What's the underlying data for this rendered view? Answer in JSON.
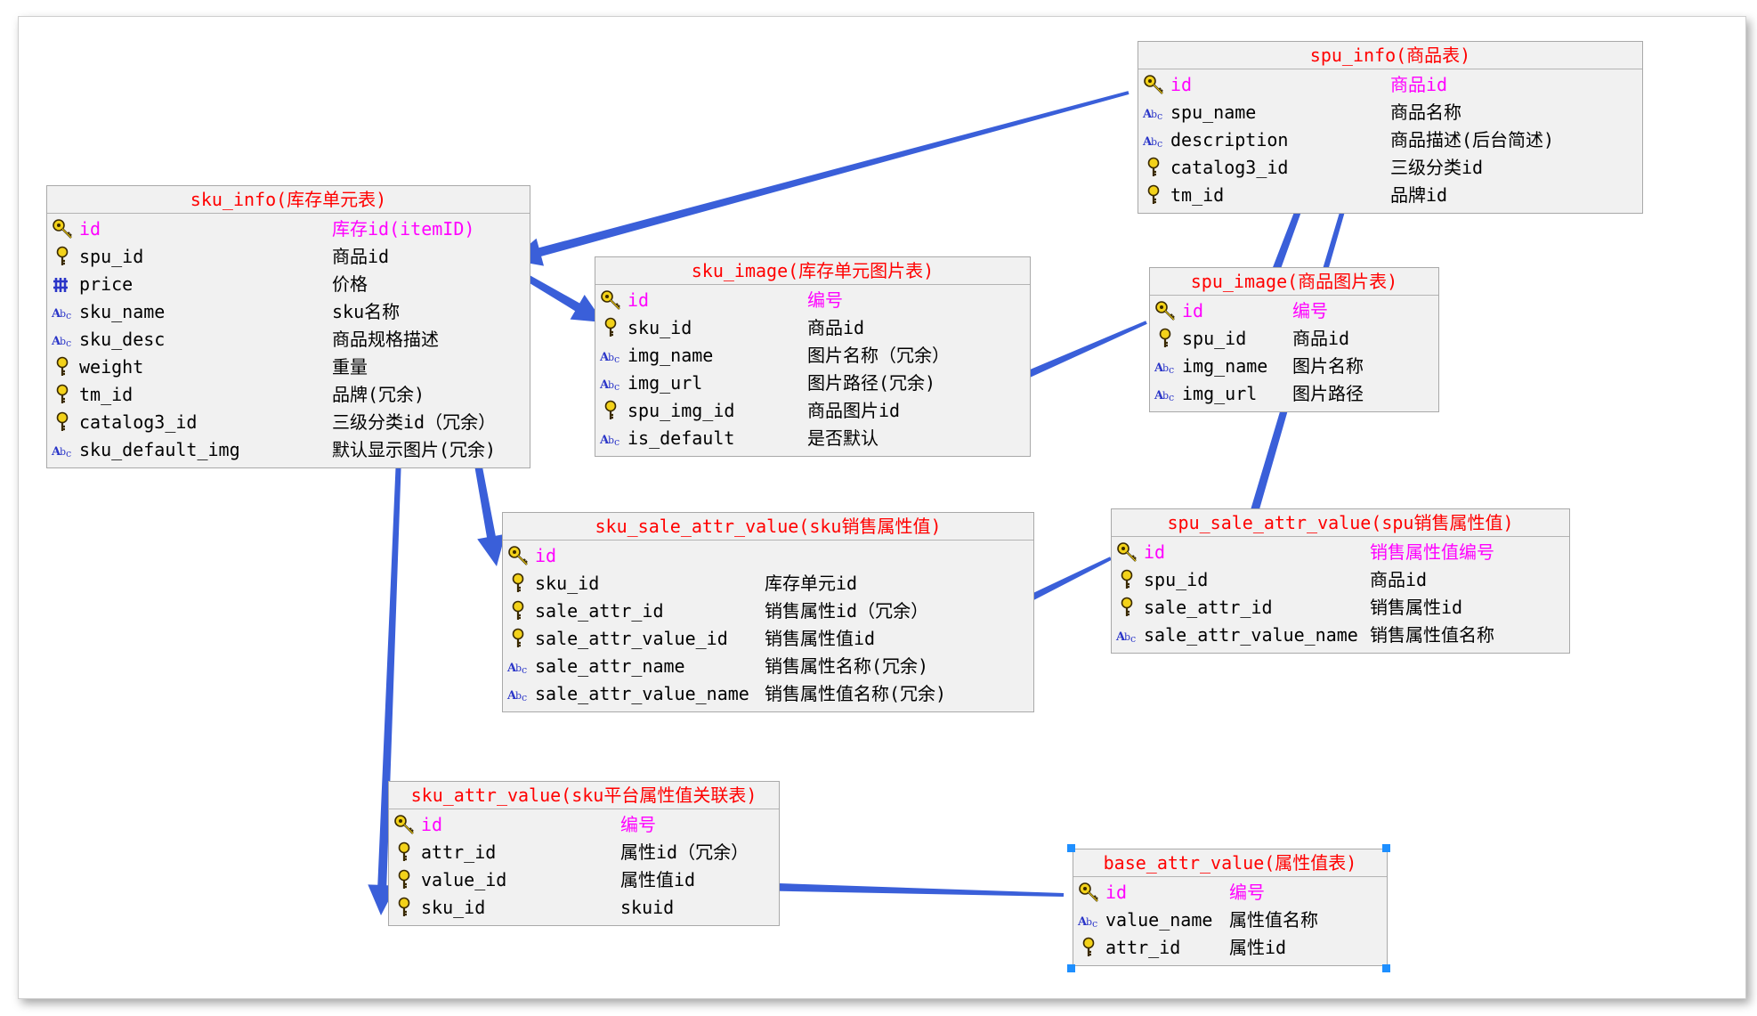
{
  "tables": {
    "sku_info": {
      "title": "sku_info(库存单元表)",
      "rows": [
        {
          "name": "id",
          "comment": "库存id(itemID)",
          "icon": "primary-key-icon",
          "pk": true
        },
        {
          "name": "spu_id",
          "comment": "商品id",
          "icon": "key-icon"
        },
        {
          "name": "price",
          "comment": "价格",
          "icon": "numeric-icon"
        },
        {
          "name": "sku_name",
          "comment": "sku名称",
          "icon": "string-icon"
        },
        {
          "name": "sku_desc",
          "comment": "商品规格描述",
          "icon": "string-icon"
        },
        {
          "name": "weight",
          "comment": "重量",
          "icon": "key-icon"
        },
        {
          "name": "tm_id",
          "comment": "品牌(冗余)",
          "icon": "key-icon"
        },
        {
          "name": "catalog3_id",
          "comment": "三级分类id（冗余）",
          "icon": "key-icon"
        },
        {
          "name": "sku_default_img",
          "comment": "默认显示图片(冗余)",
          "icon": "string-icon"
        }
      ]
    },
    "spu_info": {
      "title": "spu_info(商品表)",
      "rows": [
        {
          "name": "id",
          "comment": "商品id",
          "icon": "primary-key-icon",
          "pk": true
        },
        {
          "name": "spu_name",
          "comment": "商品名称",
          "icon": "string-icon"
        },
        {
          "name": "description",
          "comment": "商品描述(后台简述)",
          "icon": "string-icon"
        },
        {
          "name": "catalog3_id",
          "comment": "三级分类id",
          "icon": "key-icon"
        },
        {
          "name": "tm_id",
          "comment": "品牌id",
          "icon": "key-icon"
        }
      ]
    },
    "sku_image": {
      "title": "sku_image(库存单元图片表)",
      "rows": [
        {
          "name": "id",
          "comment": "编号",
          "icon": "primary-key-icon",
          "pk": true
        },
        {
          "name": "sku_id",
          "comment": "商品id",
          "icon": "key-icon"
        },
        {
          "name": "img_name",
          "comment": "图片名称（冗余）",
          "icon": "string-icon"
        },
        {
          "name": "img_url",
          "comment": "图片路径(冗余)",
          "icon": "string-icon"
        },
        {
          "name": "spu_img_id",
          "comment": "商品图片id",
          "icon": "key-icon"
        },
        {
          "name": "is_default",
          "comment": "是否默认",
          "icon": "string-icon"
        }
      ]
    },
    "spu_image": {
      "title": "spu_image(商品图片表)",
      "rows": [
        {
          "name": "id",
          "comment": "编号",
          "icon": "primary-key-icon",
          "pk": true
        },
        {
          "name": "spu_id",
          "comment": "商品id",
          "icon": "key-icon"
        },
        {
          "name": "img_name",
          "comment": "图片名称",
          "icon": "string-icon"
        },
        {
          "name": "img_url",
          "comment": "图片路径",
          "icon": "string-icon"
        }
      ]
    },
    "sku_sale_attr_value": {
      "title": "sku_sale_attr_value(sku销售属性值)",
      "rows": [
        {
          "name": "id",
          "comment": "",
          "icon": "primary-key-icon",
          "pk": true
        },
        {
          "name": "sku_id",
          "comment": "库存单元id",
          "icon": "key-icon"
        },
        {
          "name": "sale_attr_id",
          "comment": "销售属性id（冗余）",
          "icon": "key-icon"
        },
        {
          "name": "sale_attr_value_id",
          "comment": "销售属性值id",
          "icon": "key-icon"
        },
        {
          "name": "sale_attr_name",
          "comment": "销售属性名称(冗余)",
          "icon": "string-icon"
        },
        {
          "name": "sale_attr_value_name",
          "comment": "销售属性值名称(冗余)",
          "icon": "string-icon"
        }
      ]
    },
    "spu_sale_attr_value": {
      "title": "spu_sale_attr_value(spu销售属性值)",
      "rows": [
        {
          "name": "id",
          "comment": "销售属性值编号",
          "icon": "primary-key-icon",
          "pk": true
        },
        {
          "name": "spu_id",
          "comment": "商品id",
          "icon": "key-icon"
        },
        {
          "name": "sale_attr_id",
          "comment": "销售属性id",
          "icon": "key-icon"
        },
        {
          "name": "sale_attr_value_name",
          "comment": "销售属性值名称",
          "icon": "string-icon"
        }
      ]
    },
    "sku_attr_value": {
      "title": "sku_attr_value(sku平台属性值关联表)",
      "rows": [
        {
          "name": "id",
          "comment": "编号",
          "icon": "primary-key-icon",
          "pk": true
        },
        {
          "name": "attr_id",
          "comment": "属性id（冗余）",
          "icon": "key-icon"
        },
        {
          "name": "value_id",
          "comment": "属性值id",
          "icon": "key-icon"
        },
        {
          "name": "sku_id",
          "comment": "skuid",
          "icon": "key-icon"
        }
      ]
    },
    "base_attr_value": {
      "title": "base_attr_value(属性值表)",
      "rows": [
        {
          "name": "id",
          "comment": "编号",
          "icon": "primary-key-icon",
          "pk": true
        },
        {
          "name": "value_name",
          "comment": "属性值名称",
          "icon": "string-icon"
        },
        {
          "name": "attr_id",
          "comment": "属性id",
          "icon": "key-icon"
        }
      ]
    }
  },
  "colors": {
    "title": "#ff0000",
    "primary_key_text": "#ff00ff",
    "arrow": "#3a5fd9",
    "selection_handle": "#1e8fff",
    "table_bg": "#f1f1f1"
  }
}
